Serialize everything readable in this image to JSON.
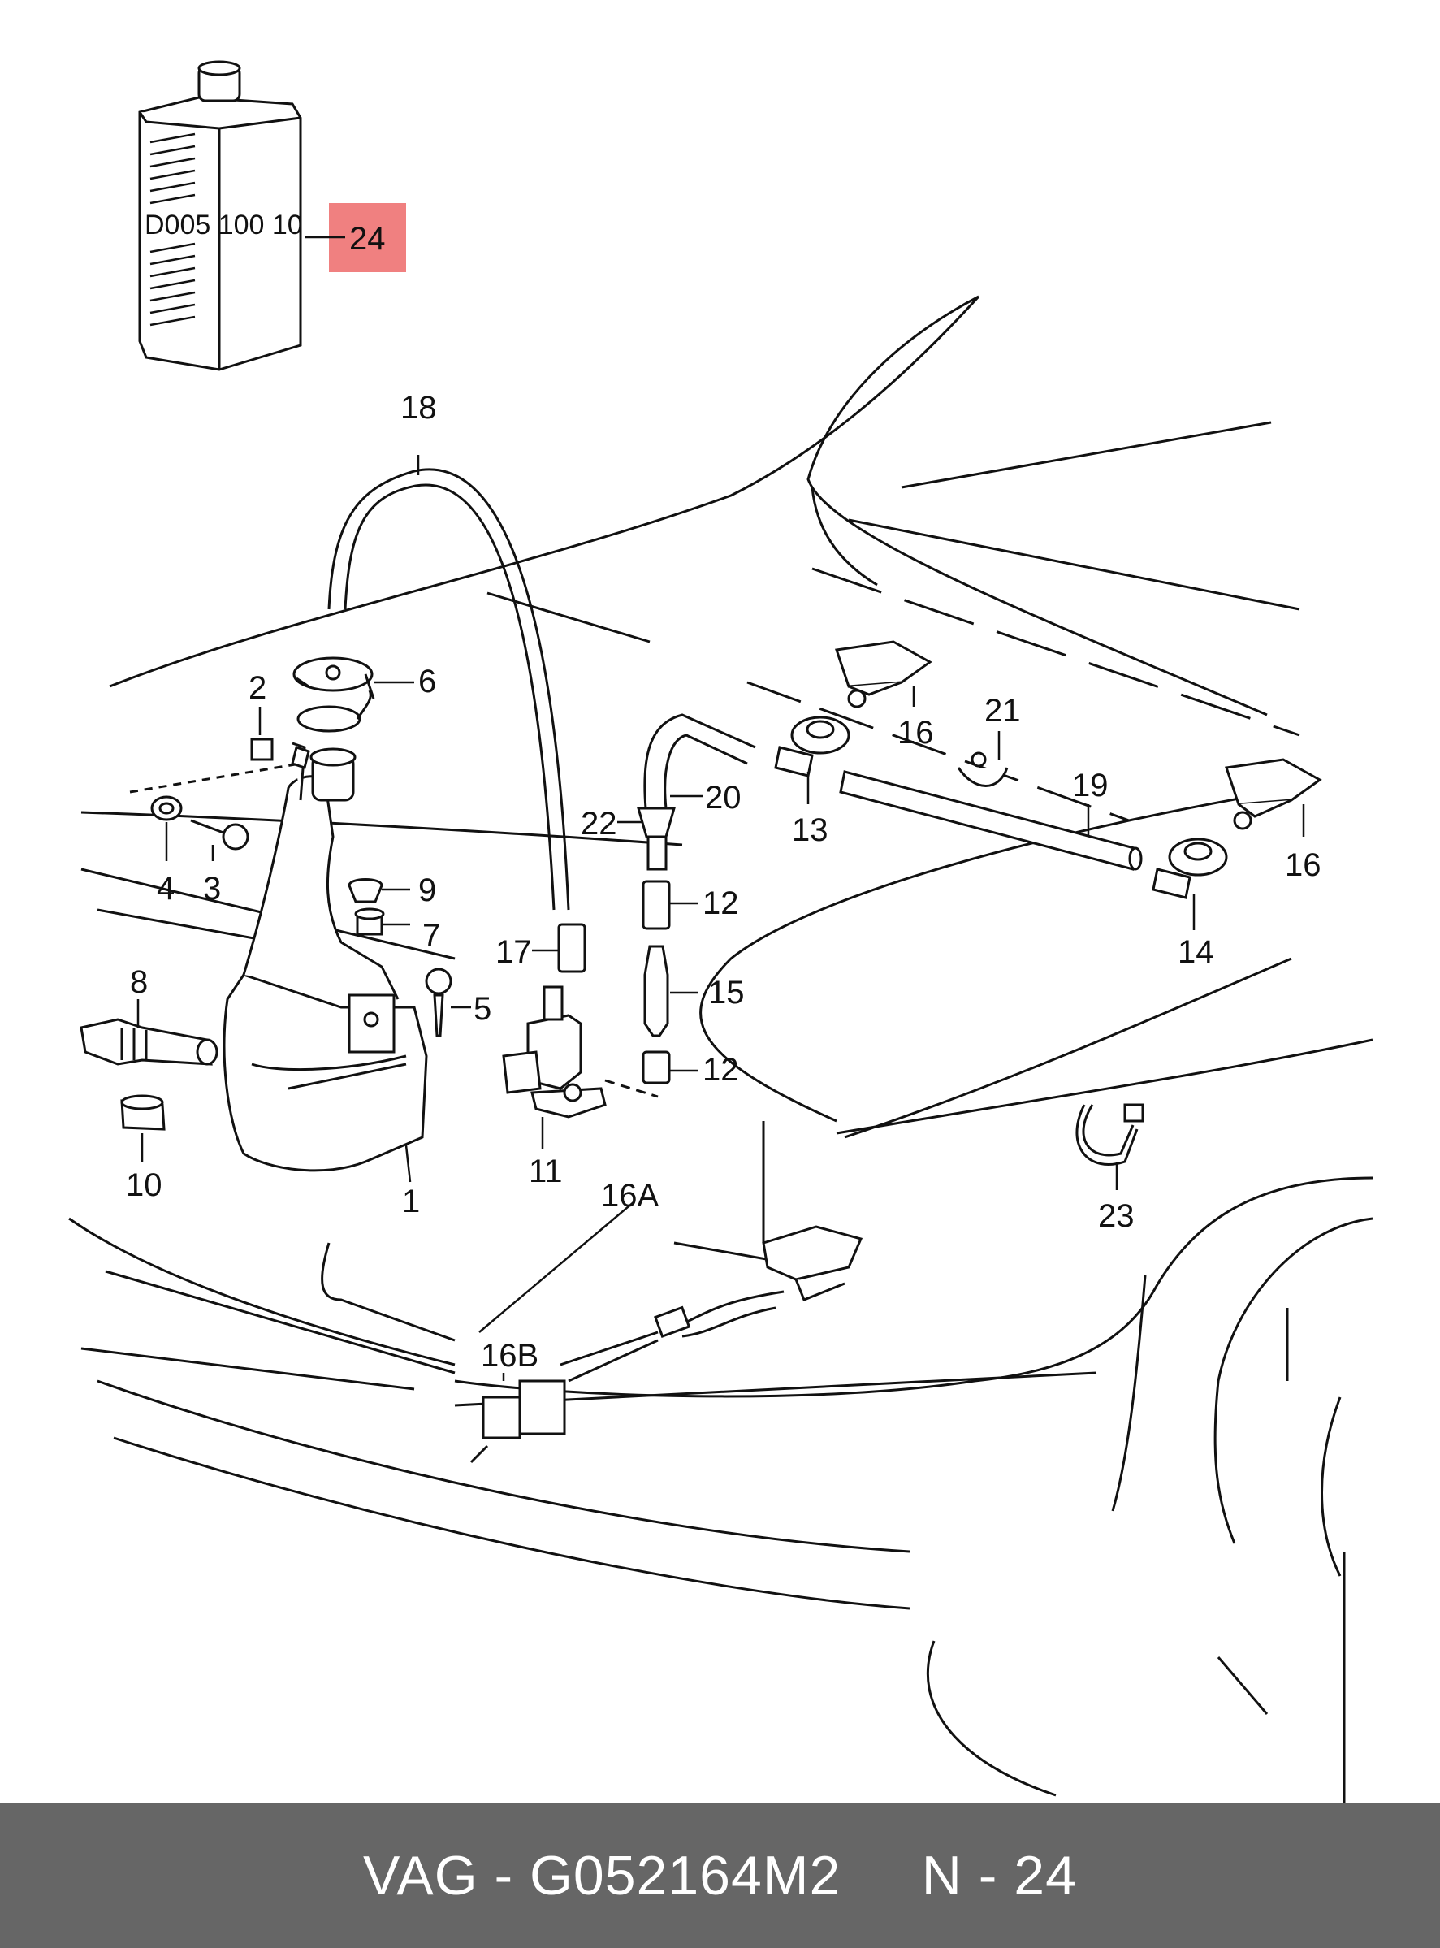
{
  "bottle": {
    "code": "D005 100 10"
  },
  "highlight_color": "#f08080",
  "callouts": {
    "c1": "1",
    "c2": "2",
    "c3": "3",
    "c4": "4",
    "c5": "5",
    "c6": "6",
    "c7": "7",
    "c8": "8",
    "c9": "9",
    "c10": "10",
    "c11": "11",
    "c12a": "12",
    "c12b": "12",
    "c13": "13",
    "c14": "14",
    "c15": "15",
    "c16a": "16",
    "c16b": "16",
    "c16A": "16A",
    "c16B": "16B",
    "c17": "17",
    "c18": "18",
    "c19": "19",
    "c20": "20",
    "c21": "21",
    "c22": "22",
    "c23": "23",
    "c24": "24"
  },
  "footer": {
    "part_ref": "VAG - G052164M2",
    "page_ref": "N - 24",
    "background": "#666666"
  }
}
